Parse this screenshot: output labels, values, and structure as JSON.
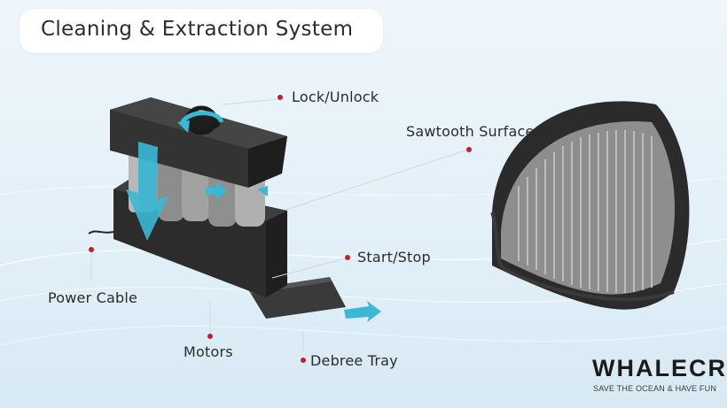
{
  "title": "Cleaning & Extraction System",
  "labels": {
    "lock_unlock": "Lock/Unlock",
    "sawtooth_surface": "Sawtooth Surface",
    "start_stop": "Start/Stop",
    "power_cable": "Power Cable",
    "motors": "Motors",
    "debree_tray": "Debree Tray"
  },
  "brand": {
    "name": "WHALECRO",
    "tagline": "SAVE THE OCEAN & HAVE FUN"
  },
  "colors": {
    "background": "#e3f0f8",
    "callout_dot": "#c0202a",
    "device_body": "#2f2f2f",
    "arrow": "#3bb8d6"
  },
  "icons": [
    "rotate-arrow-icon",
    "down-arrow-icon",
    "right-arrow-icon"
  ]
}
